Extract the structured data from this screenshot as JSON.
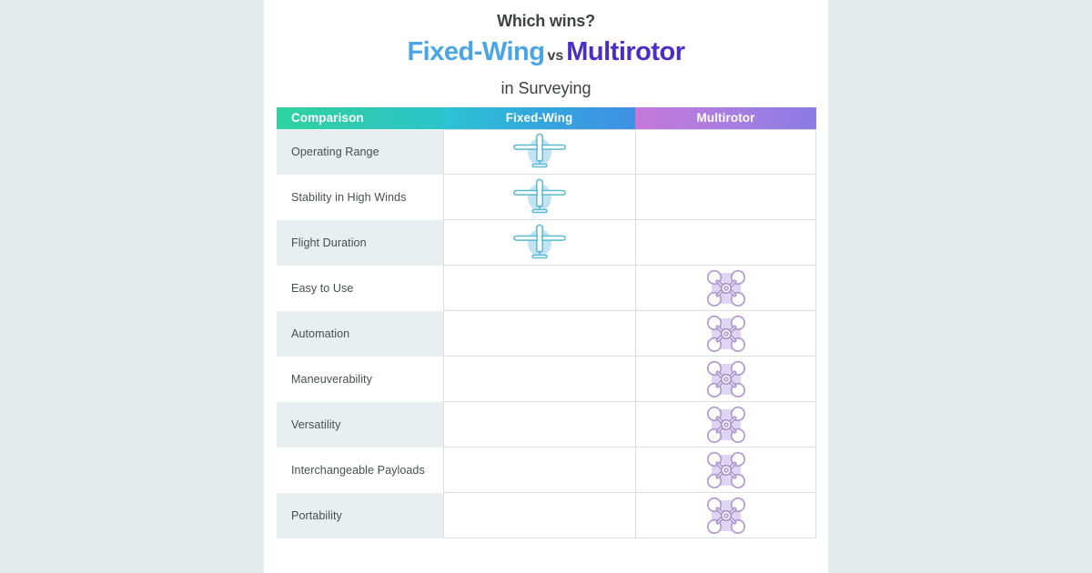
{
  "headline": {
    "kicker": "Which wins?",
    "left_term": "Fixed-Wing",
    "versus": "vs",
    "right_term": "Multirotor",
    "tail": "in Surveying"
  },
  "colors": {
    "page_background": "#e5ebed",
    "panel_background": "#ffffff",
    "fixed_wing_title": "#4aa5e8",
    "multirotor_title": "#4b2ec6",
    "kicker_text": "#3f4143",
    "header_comparison_gradient_start": "#2fd3a0",
    "header_comparison_gradient_end": "#2cc3ca",
    "header_fixedwing_gradient_start": "#2cc4d2",
    "header_fixedwing_gradient_end": "#3f90e4",
    "header_multirotor_gradient_start": "#c579d9",
    "header_multirotor_gradient_end": "#8a7ce4",
    "row_shade": "#e9eff0",
    "cell_border": "#dcdfe1",
    "plane_icon_stroke": "#5ab9d4",
    "plane_icon_halo": "#c2e4f2",
    "drone_icon_stroke": "#a98fd0",
    "drone_icon_halo": "#ded5f2"
  },
  "table": {
    "columns": [
      {
        "key": "comparison",
        "label": "Comparison"
      },
      {
        "key": "fixed_wing",
        "label": "Fixed-Wing"
      },
      {
        "key": "multirotor",
        "label": "Multirotor"
      }
    ],
    "rows": [
      {
        "label": "Operating Range",
        "winner": "fixed_wing",
        "shaded": true
      },
      {
        "label": "Stability in High Winds",
        "winner": "fixed_wing",
        "shaded": false
      },
      {
        "label": "Flight Duration",
        "winner": "fixed_wing",
        "shaded": true
      },
      {
        "label": "Easy to Use",
        "winner": "multirotor",
        "shaded": false
      },
      {
        "label": "Automation",
        "winner": "multirotor",
        "shaded": true
      },
      {
        "label": "Maneuverability",
        "winner": "multirotor",
        "shaded": false
      },
      {
        "label": "Versatility",
        "winner": "multirotor",
        "shaded": true
      },
      {
        "label": "Interchangeable Payloads",
        "winner": "multirotor",
        "shaded": false
      },
      {
        "label": "Portability",
        "winner": "multirotor",
        "shaded": true
      }
    ]
  },
  "icons": {
    "fixed_wing": "fixed-wing-plane-icon",
    "multirotor": "quadcopter-drone-icon"
  }
}
